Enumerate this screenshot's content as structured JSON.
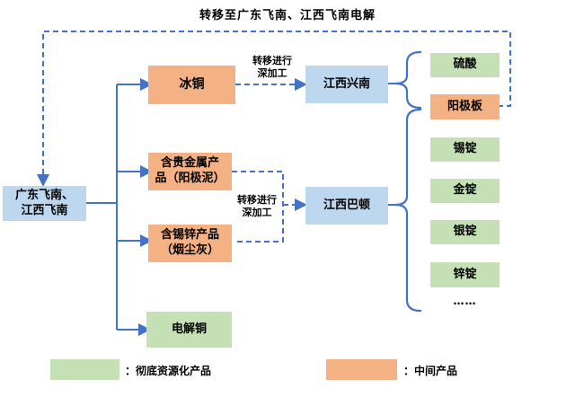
{
  "title": "转移至广东飞南、江西飞南电解",
  "nodes": {
    "source": {
      "lines": [
        "广东飞南、",
        "江西飞南"
      ]
    },
    "matte": {
      "label": "冰铜"
    },
    "precious": {
      "lines": [
        "含贵金属产",
        "品（阳极泥）"
      ]
    },
    "tin_zinc": {
      "lines": [
        "含锡锌产品",
        "（烟尘灰）"
      ]
    },
    "copper": {
      "label": "电解铜"
    },
    "xingnan": {
      "label": "江西兴南"
    },
    "badun": {
      "label": "江西巴顿"
    },
    "ellipsis": "……"
  },
  "products": [
    {
      "label": "硫酸",
      "type": "green"
    },
    {
      "label": "阳极板",
      "type": "orange"
    },
    {
      "label": "锡锭",
      "type": "green"
    },
    {
      "label": "金锭",
      "type": "green"
    },
    {
      "label": "银锭",
      "type": "green"
    },
    {
      "label": "锌锭",
      "type": "green"
    }
  ],
  "edge_labels": {
    "to_xingnan": [
      "转移进行",
      "深加工"
    ],
    "to_badun": [
      "转移进行",
      "深加工"
    ]
  },
  "legend": [
    {
      "swatch_color": "#C5E0B4",
      "label": "：彻底资源化产品"
    },
    {
      "swatch_color": "#F4B183",
      "label": "：中间产品"
    }
  ],
  "colors": {
    "intermediate_orange": "#F4B183",
    "recycled_green": "#C5E0B4",
    "entity_blue": "#BDD7EE",
    "connector_blue": "#4472C4",
    "text": "#000000",
    "background": "#FFFFFF"
  }
}
